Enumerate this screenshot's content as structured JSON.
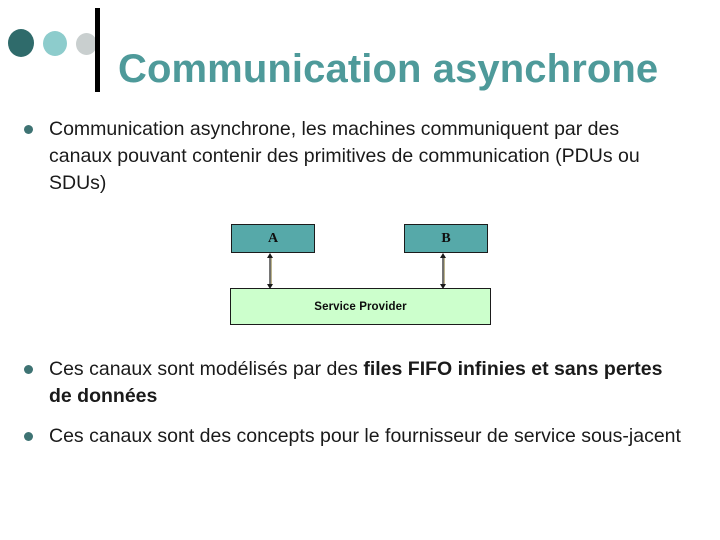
{
  "slide": {
    "title": "Communication asynchrone",
    "title_color": "#4E9A9A",
    "background_color": "#ffffff",
    "decor": {
      "dot_1_color": "#2F6B6B",
      "dot_2_color": "#8DCCCC",
      "dot_3_color": "#C9CFCF",
      "divider_color": "#000000"
    }
  },
  "bullets": [
    {
      "marker": "bullet-dot",
      "segments": [
        {
          "text": "Communication asynchrone,  les machines communiquent par des canaux pouvant contenir des primitives de communication (PDUs ou SDUs)",
          "bold": false
        }
      ]
    },
    {
      "marker": "bullet-dot",
      "segments": [
        {
          "text": "Ces canaux sont modélisés par des ",
          "bold": false
        },
        {
          "text": "files FIFO infinies et sans pertes de données",
          "bold": true
        }
      ]
    },
    {
      "marker": "bullet-dot",
      "segments": [
        {
          "text": "Ces canaux sont des concepts pour le fournisseur de service sous-jacent",
          "bold": false
        }
      ]
    }
  ],
  "diagram": {
    "endpoint_fill": "#56A9A9",
    "provider_fill": "#CCFFCC",
    "border_color": "#1b1b1b",
    "nodes": [
      {
        "id": "a",
        "label": "A"
      },
      {
        "id": "b",
        "label": "B"
      }
    ],
    "provider": {
      "label": "Service Provider"
    },
    "links": [
      {
        "from": "A",
        "to": "Service Provider",
        "style": "double-headed-arrow"
      },
      {
        "from": "B",
        "to": "Service Provider",
        "style": "double-headed-arrow"
      }
    ]
  }
}
